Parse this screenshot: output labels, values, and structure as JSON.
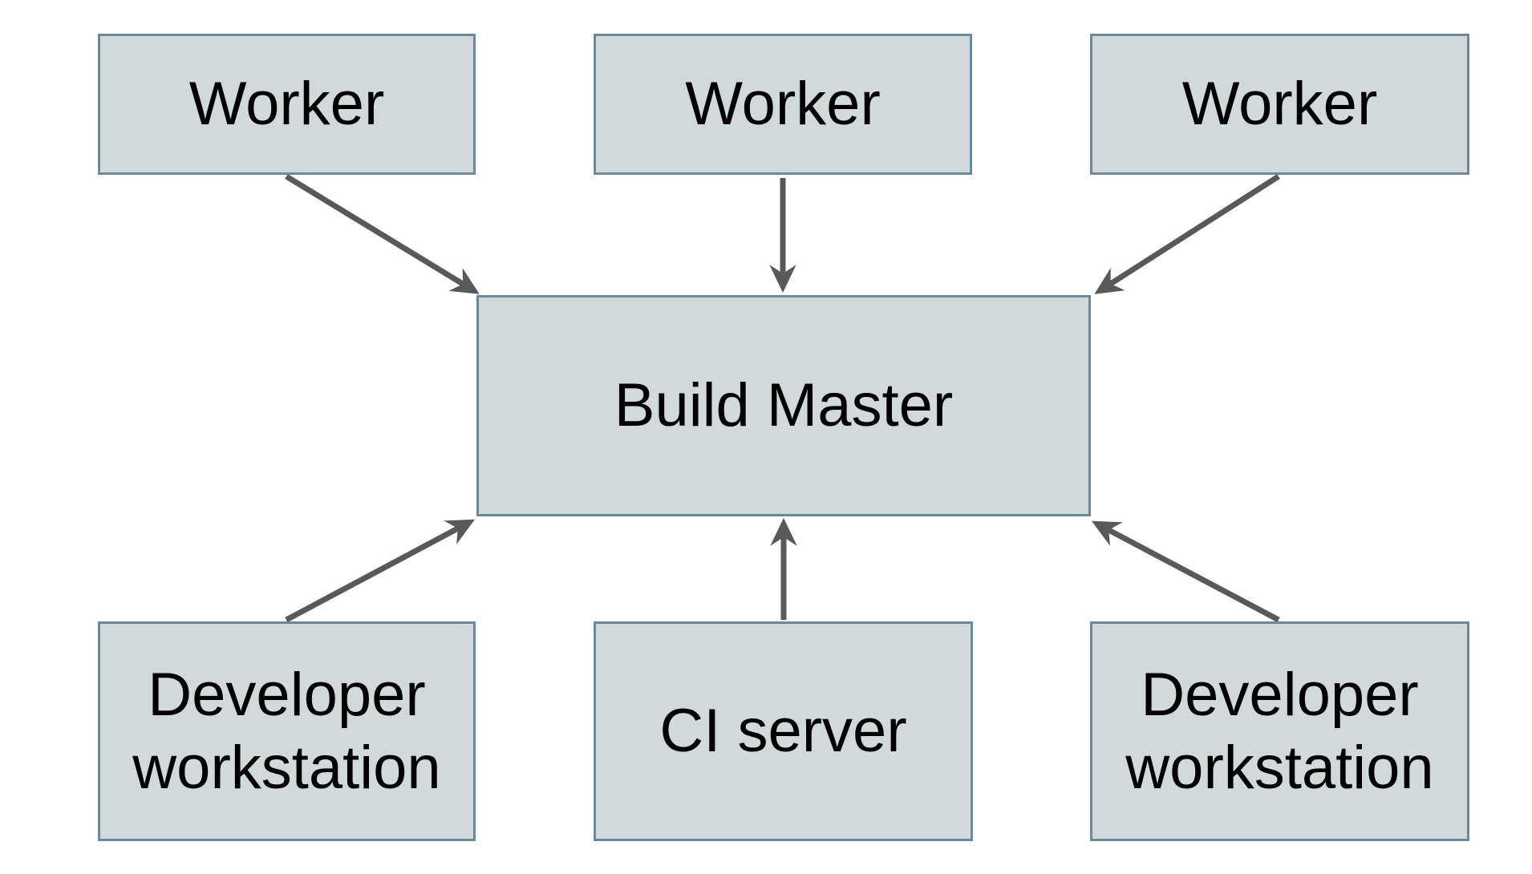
{
  "diagram": {
    "nodes": {
      "worker_1": {
        "label": "Worker"
      },
      "worker_2": {
        "label": "Worker"
      },
      "worker_3": {
        "label": "Worker"
      },
      "build_master": {
        "label": "Build Master"
      },
      "dev_workstation_left": {
        "label": "Developer workstation"
      },
      "ci_server": {
        "label": "CI server"
      },
      "dev_workstation_right": {
        "label": "Developer workstation"
      }
    },
    "edges": [
      {
        "from": "worker-1",
        "to": "build-master"
      },
      {
        "from": "worker-2",
        "to": "build-master"
      },
      {
        "from": "worker-3",
        "to": "build-master"
      },
      {
        "from": "developer-workstation-left",
        "to": "build-master"
      },
      {
        "from": "ci-server",
        "to": "build-master"
      },
      {
        "from": "developer-workstation-right",
        "to": "build-master"
      }
    ],
    "colors": {
      "node_fill": "#d2d9db",
      "node_border": "#6d8997",
      "arrow_color": "#595959",
      "text_color": "#000000",
      "background": "#ffffff"
    }
  }
}
